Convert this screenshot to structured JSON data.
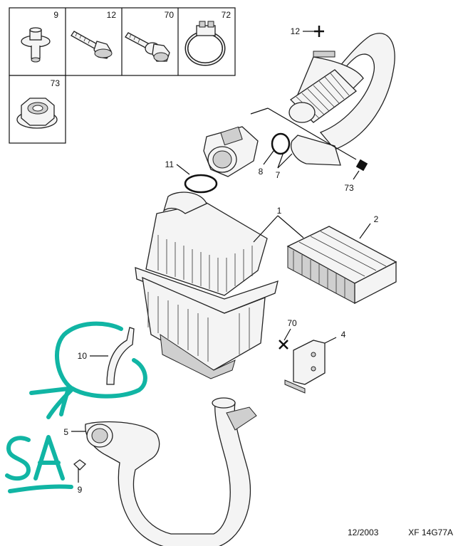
{
  "legend": {
    "cells": [
      {
        "ref": "9",
        "icon": "push-rivet-icon"
      },
      {
        "ref": "12",
        "icon": "bolt-icon"
      },
      {
        "ref": "70",
        "icon": "bolt-with-washer-icon"
      },
      {
        "ref": "72",
        "icon": "hose-clamp-icon"
      },
      {
        "ref": "73",
        "icon": "flange-nut-icon"
      }
    ]
  },
  "callouts": {
    "c12": "12",
    "c11": "11",
    "c8": "8",
    "c7": "7",
    "c73": "73",
    "c1": "1",
    "c2": "2",
    "c70": "70",
    "c4": "4",
    "c10": "10",
    "c5": "5",
    "c9": "9"
  },
  "annotation": {
    "text": "SA",
    "color": "#11b5a4"
  },
  "footer": {
    "date": "12/2003",
    "ref": "XF 14G77A"
  }
}
